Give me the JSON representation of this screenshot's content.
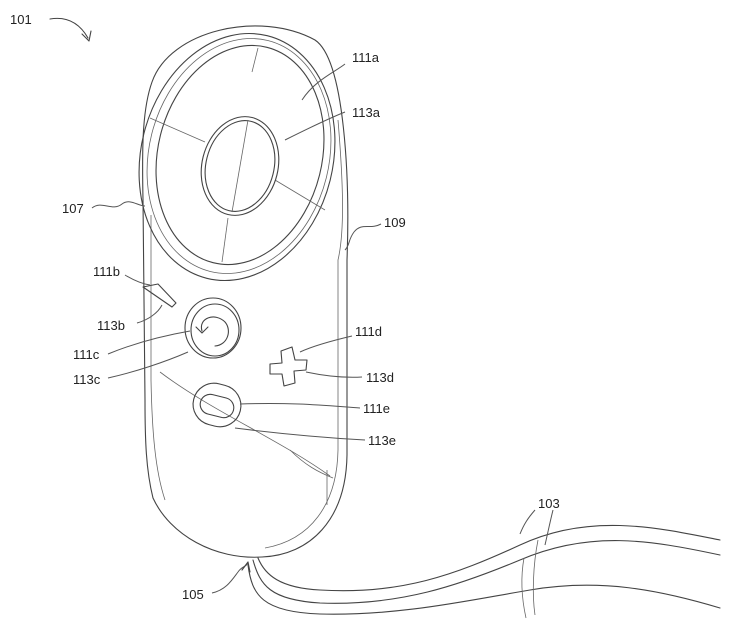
{
  "figure": {
    "ref_device": "101",
    "labels": {
      "l111a": "111a",
      "l113a": "113a",
      "l107": "107",
      "l109": "109",
      "l111b": "111b",
      "l113b": "113b",
      "l111c": "111c",
      "l113c": "113c",
      "l111d": "111d",
      "l113d": "113d",
      "l111e": "111e",
      "l113e": "113e",
      "l103": "103",
      "l105": "105"
    },
    "line_color": "#444444",
    "background": "#ffffff"
  }
}
